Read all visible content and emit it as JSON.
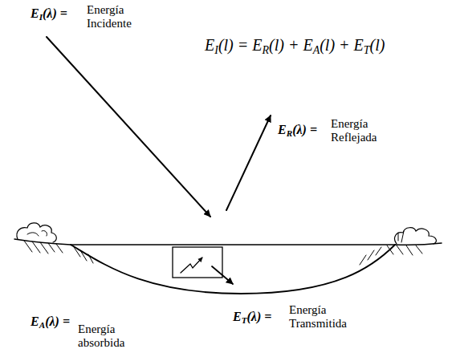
{
  "diagram": {
    "labels": [
      "EI(λ) =",
      "Energía Incidente",
      "EI(l) = ER(l) + EA(l) + ET(l)",
      "ER(λ) =",
      "Energía Reflejada",
      "EA(λ) =",
      "Energía absorbida",
      "ET(λ) =",
      "Energía Transmitida"
    ]
  }
}
